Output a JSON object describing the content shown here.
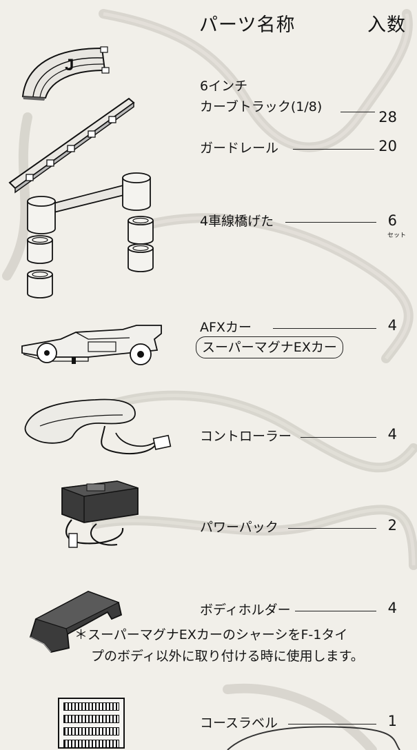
{
  "header": {
    "parts_name": "パーツ名称",
    "quantity": "入数"
  },
  "parts": [
    {
      "name_line1": "6インチ",
      "name_line2": "カーブトラック(1/8)",
      "qty": "28"
    },
    {
      "name": "ガードレール",
      "qty": "20"
    },
    {
      "name": "4車線橋げた",
      "qty": "6",
      "unit": "セット"
    },
    {
      "name_line1": "AFXカー",
      "name_line2": "スーパーマグナEXカー",
      "qty": "4"
    },
    {
      "name": "コントローラー",
      "qty": "4"
    },
    {
      "name": "パワーパック",
      "qty": "2"
    },
    {
      "name": "ボディホルダー",
      "qty": "4"
    },
    {
      "name": "コースラベル",
      "qty": "1"
    }
  ],
  "note": {
    "line1": "＊スーパーマグナEXカーのシャーシをF-1タイ",
    "line2": "プのボディ以外に取り付ける時に使用します。"
  },
  "track_piece_letter": "J",
  "icons": [
    "curve-track-icon",
    "guard-rail-icon",
    "bridge-girder-icon",
    "afx-car-icon",
    "controller-icon",
    "power-pack-icon",
    "body-holder-icon",
    "course-label-icon"
  ]
}
